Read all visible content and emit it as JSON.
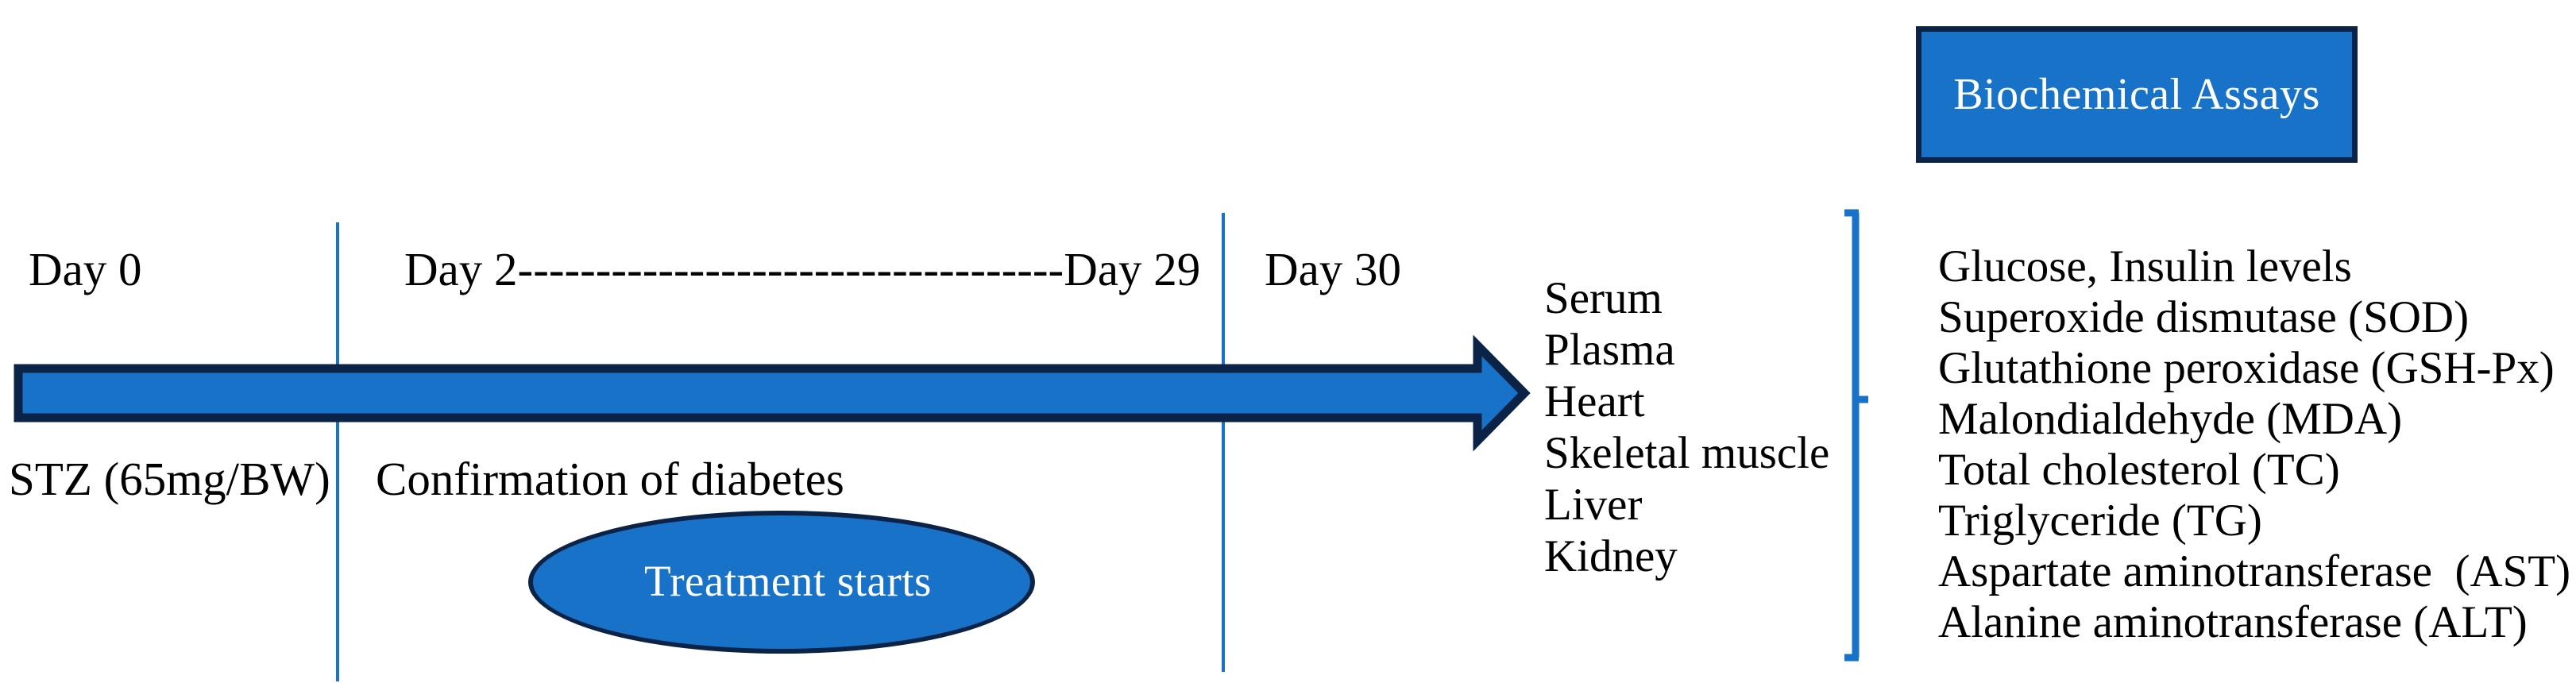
{
  "figure": {
    "title": "Experimental design timeline for STZ-induced diabetic study",
    "background": "#ffffff",
    "accent_blue": "#1872C8",
    "outline_navy": "#0A2347",
    "text_color": "#000000",
    "label_on_fill_color": "#ffffff"
  },
  "timeline": {
    "arrow_name": "study-duration-arrow",
    "top_labels": [
      {
        "id": "day-0",
        "text": "Day 0"
      },
      {
        "id": "day-2-to-29",
        "text": "Day 2-----------------------------------Day 29"
      },
      {
        "id": "day-30",
        "text": "Day 30"
      }
    ],
    "bottom_labels": [
      {
        "id": "stz-dose",
        "text": "STZ (65mg/BW)"
      },
      {
        "id": "diabetes-confirmation",
        "text": "Confirmation of diabetes"
      }
    ],
    "dividers": [
      {
        "id": "divider-day0-day2"
      },
      {
        "id": "divider-day29-day30"
      }
    ]
  },
  "treatment": {
    "label": "Treatment starts",
    "fill": "#1872C8",
    "stroke": "#0A2347"
  },
  "samples": {
    "heading": "",
    "items": [
      "Serum",
      "Plasma",
      "Heart",
      "Skeletal muscle",
      "Liver",
      "Kidney"
    ]
  },
  "assays": {
    "header": "Biochemical Assays",
    "items": [
      "Glucose, Insulin levels",
      "Superoxide dismutase (SOD)",
      "Glutathione peroxidase (GSH-Px)",
      "Malondialdehyde (MDA)",
      "Total cholesterol (TC)",
      "Triglyceride (TG)",
      "Aspartate aminotransferase  (AST)",
      "Alanine aminotransferase (ALT)"
    ]
  }
}
